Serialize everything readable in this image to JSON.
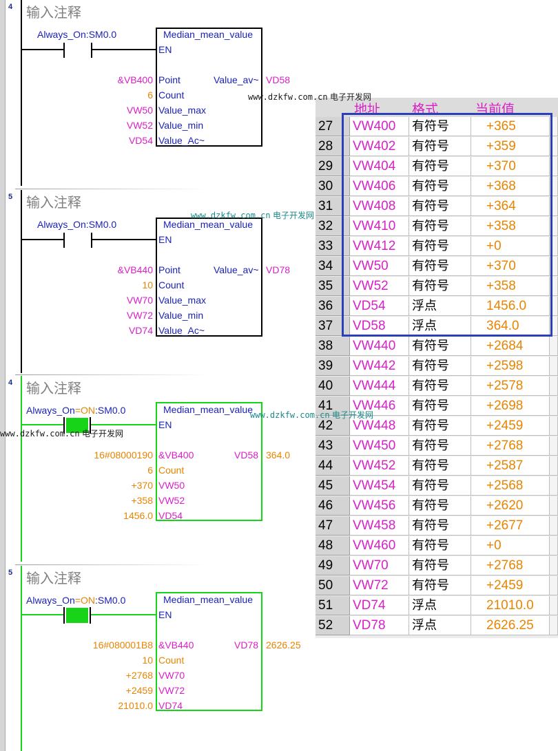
{
  "networks": [
    {
      "number": "4",
      "comment": "输入注释",
      "contact": "Always_On:SM0.0",
      "block_title": "Median_mean_value",
      "en_label": "EN",
      "inputs": [
        {
          "arg": "&VB400",
          "pin": "Point"
        },
        {
          "arg": "6",
          "pin": "Count"
        },
        {
          "arg": "VW50",
          "pin": "Value_max"
        },
        {
          "arg": "VW52",
          "pin": "Value_min"
        },
        {
          "arg": "VD54",
          "pin": "Value_Ac~"
        }
      ],
      "output_pin": "Value_av~",
      "output_arg": "VD58"
    },
    {
      "number": "5",
      "comment": "输入注释",
      "contact": "Always_On:SM0.0",
      "block_title": "Median_mean_value",
      "en_label": "EN",
      "inputs": [
        {
          "arg": "&VB440",
          "pin": "Point"
        },
        {
          "arg": "10",
          "pin": "Count"
        },
        {
          "arg": "VW70",
          "pin": "Value_max"
        },
        {
          "arg": "VW72",
          "pin": "Value_min"
        },
        {
          "arg": "VD74",
          "pin": "Value_Ac~"
        }
      ],
      "output_pin": "Value_av~",
      "output_arg": "VD78"
    },
    {
      "number": "4",
      "comment": "输入注释",
      "contact_name": "Always_On",
      "contact_state": "=ON",
      "contact_addr": ":SM0.0",
      "block_title": "Median_mean_value",
      "en_label": "EN",
      "inputs": [
        {
          "value": "16#08000190",
          "pin": "&VB400"
        },
        {
          "value": "6",
          "pin": "Count"
        },
        {
          "value": "+370",
          "pin": "VW50"
        },
        {
          "value": "+358",
          "pin": "VW52"
        },
        {
          "value": "1456.0",
          "pin": "VD54"
        }
      ],
      "output_pin": "VD58",
      "output_value": "364.0"
    },
    {
      "number": "5",
      "comment": "输入注释",
      "contact_name": "Always_On",
      "contact_state": "=ON",
      "contact_addr": ":SM0.0",
      "block_title": "Median_mean_value",
      "en_label": "EN",
      "inputs": [
        {
          "value": "16#080001B8",
          "pin": "&VB440"
        },
        {
          "value": "10",
          "pin": "Count"
        },
        {
          "value": "+2768",
          "pin": "VW70"
        },
        {
          "value": "+2459",
          "pin": "VW72"
        },
        {
          "value": "21010.0",
          "pin": "VD74"
        }
      ],
      "output_pin": "VD78",
      "output_value": "2626.25"
    }
  ],
  "watermarks": {
    "url": "www.dzkfw.com.cn",
    "site": "电子开发网"
  },
  "status_table": {
    "headers": [
      "地址",
      "格式",
      "当前值"
    ],
    "rows": [
      {
        "n": "27",
        "addr": "VW400",
        "fmt": "有符号",
        "val": "+365"
      },
      {
        "n": "28",
        "addr": "VW402",
        "fmt": "有符号",
        "val": "+359"
      },
      {
        "n": "29",
        "addr": "VW404",
        "fmt": "有符号",
        "val": "+370"
      },
      {
        "n": "30",
        "addr": "VW406",
        "fmt": "有符号",
        "val": "+368"
      },
      {
        "n": "31",
        "addr": "VW408",
        "fmt": "有符号",
        "val": "+364"
      },
      {
        "n": "32",
        "addr": "VW410",
        "fmt": "有符号",
        "val": "+358"
      },
      {
        "n": "33",
        "addr": "VW412",
        "fmt": "有符号",
        "val": "+0"
      },
      {
        "n": "34",
        "addr": "VW50",
        "fmt": "有符号",
        "val": "+370"
      },
      {
        "n": "35",
        "addr": "VW52",
        "fmt": "有符号",
        "val": "+358"
      },
      {
        "n": "36",
        "addr": "VD54",
        "fmt": "浮点",
        "val": "1456.0"
      },
      {
        "n": "37",
        "addr": "VD58",
        "fmt": "浮点",
        "val": "364.0"
      },
      {
        "n": "38",
        "addr": "VW440",
        "fmt": "有符号",
        "val": "+2684"
      },
      {
        "n": "39",
        "addr": "VW442",
        "fmt": "有符号",
        "val": "+2598"
      },
      {
        "n": "40",
        "addr": "VW444",
        "fmt": "有符号",
        "val": "+2578"
      },
      {
        "n": "41",
        "addr": "VW446",
        "fmt": "有符号",
        "val": "+2698"
      },
      {
        "n": "42",
        "addr": "VW448",
        "fmt": "有符号",
        "val": "+2459"
      },
      {
        "n": "43",
        "addr": "VW450",
        "fmt": "有符号",
        "val": "+2768"
      },
      {
        "n": "44",
        "addr": "VW452",
        "fmt": "有符号",
        "val": "+2587"
      },
      {
        "n": "45",
        "addr": "VW454",
        "fmt": "有符号",
        "val": "+2568"
      },
      {
        "n": "46",
        "addr": "VW456",
        "fmt": "有符号",
        "val": "+2620"
      },
      {
        "n": "47",
        "addr": "VW458",
        "fmt": "有符号",
        "val": "+2677"
      },
      {
        "n": "48",
        "addr": "VW460",
        "fmt": "有符号",
        "val": "+0"
      },
      {
        "n": "49",
        "addr": "VW70",
        "fmt": "有符号",
        "val": "+2768"
      },
      {
        "n": "50",
        "addr": "VW72",
        "fmt": "有符号",
        "val": "+2459"
      },
      {
        "n": "51",
        "addr": "VD74",
        "fmt": "浮点",
        "val": "21010.0"
      },
      {
        "n": "52",
        "addr": "VD78",
        "fmt": "浮点",
        "val": "2626.25"
      }
    ]
  },
  "colors": {
    "label_blue": "#1a22b8",
    "address_magenta": "#d81fc8",
    "value_orange": "#e88400",
    "power_flow_green": "#18d418",
    "highlight_blue": "#2b3fb8"
  }
}
